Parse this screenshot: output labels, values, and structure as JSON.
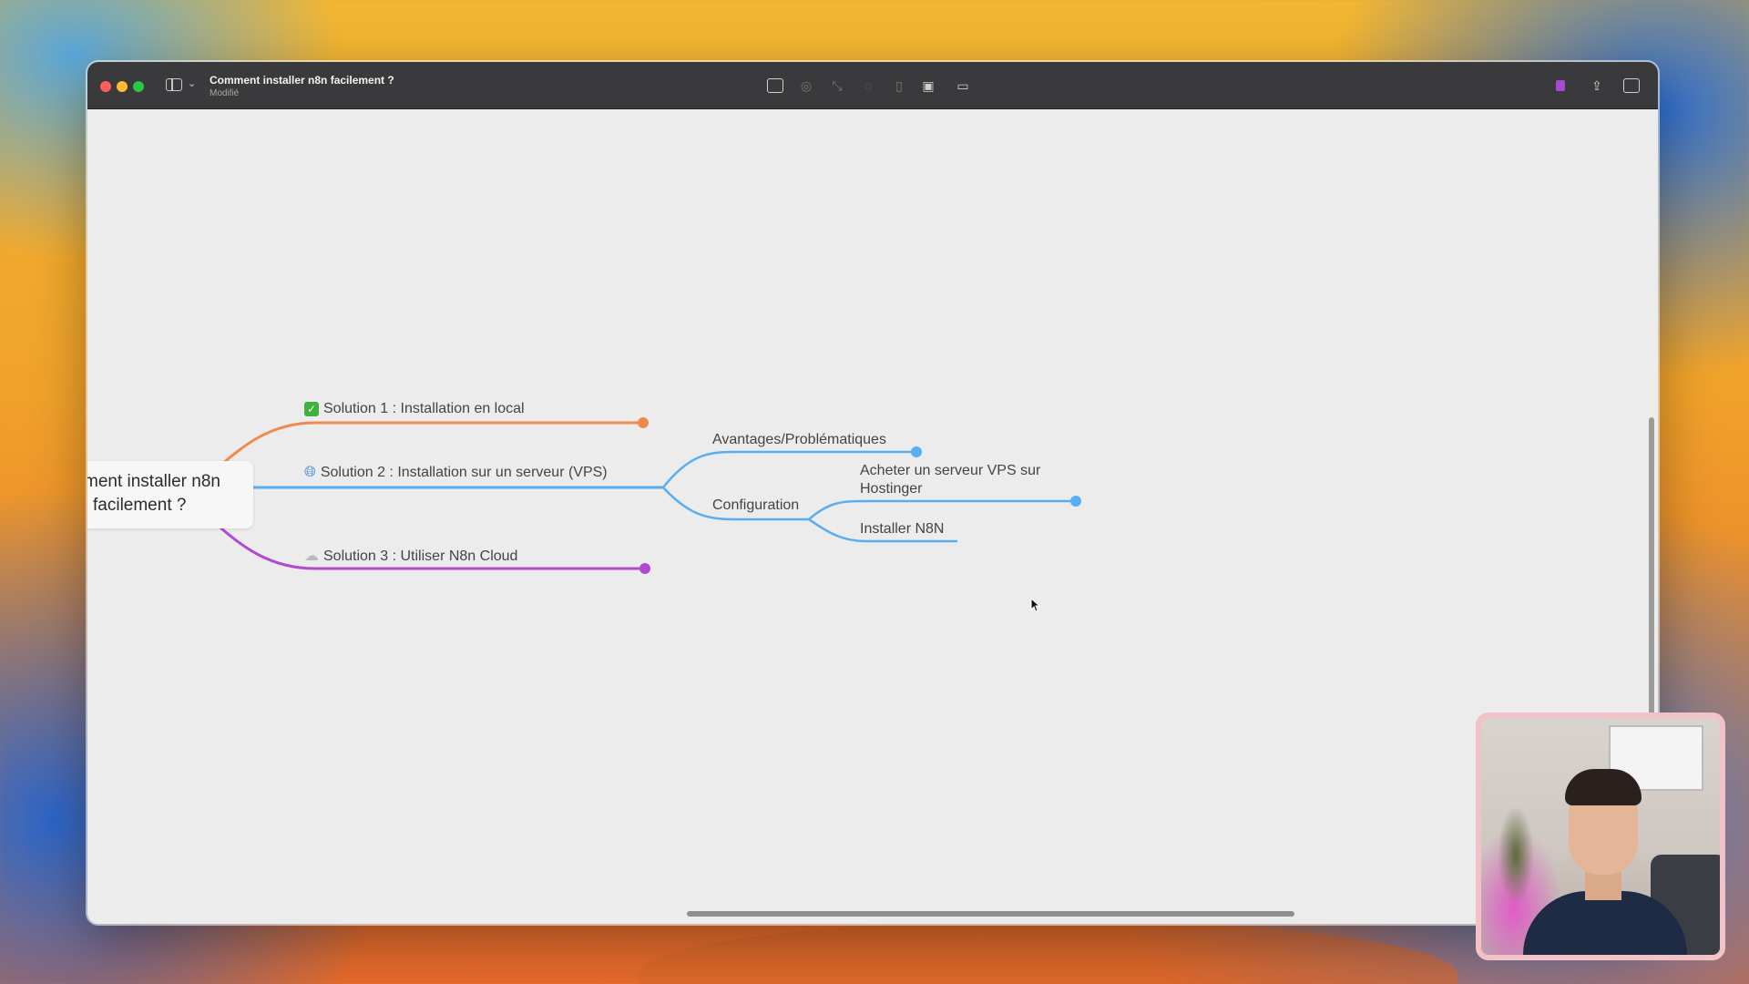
{
  "window": {
    "title": "Comment installer n8n facilement ?",
    "subtitle": "Modifié"
  },
  "toolbar": {
    "icons": [
      "sidebar-icon",
      "chevron-down-icon",
      "insert-icon",
      "task-icon",
      "relationship-icon",
      "boundary-icon",
      "note-icon",
      "image-icon",
      "outline-view-icon",
      "tag-icon",
      "share-icon",
      "inspector-icon"
    ]
  },
  "mindmap": {
    "root": {
      "line1": "ment installer n8n",
      "line2": "facilement ?"
    },
    "topics": [
      {
        "label": "Solution 1 : Installation en local",
        "icon": "check-icon",
        "color": "#f08a4b"
      },
      {
        "label": "Solution 2 : Installation sur un serveur (VPS)",
        "icon": "globe-icon",
        "color": "#5aaef0"
      },
      {
        "label": "Solution 3 : Utiliser N8n Cloud",
        "icon": "cloud-icon",
        "color": "#b04ad0"
      }
    ],
    "subtopics": {
      "advantages": "Avantages/Problématiques",
      "configuration": "Configuration",
      "buy_vps_line1": "Acheter un serveur VPS sur",
      "buy_vps_line2": "Hostinger",
      "install_n8n": "Installer N8N"
    }
  }
}
